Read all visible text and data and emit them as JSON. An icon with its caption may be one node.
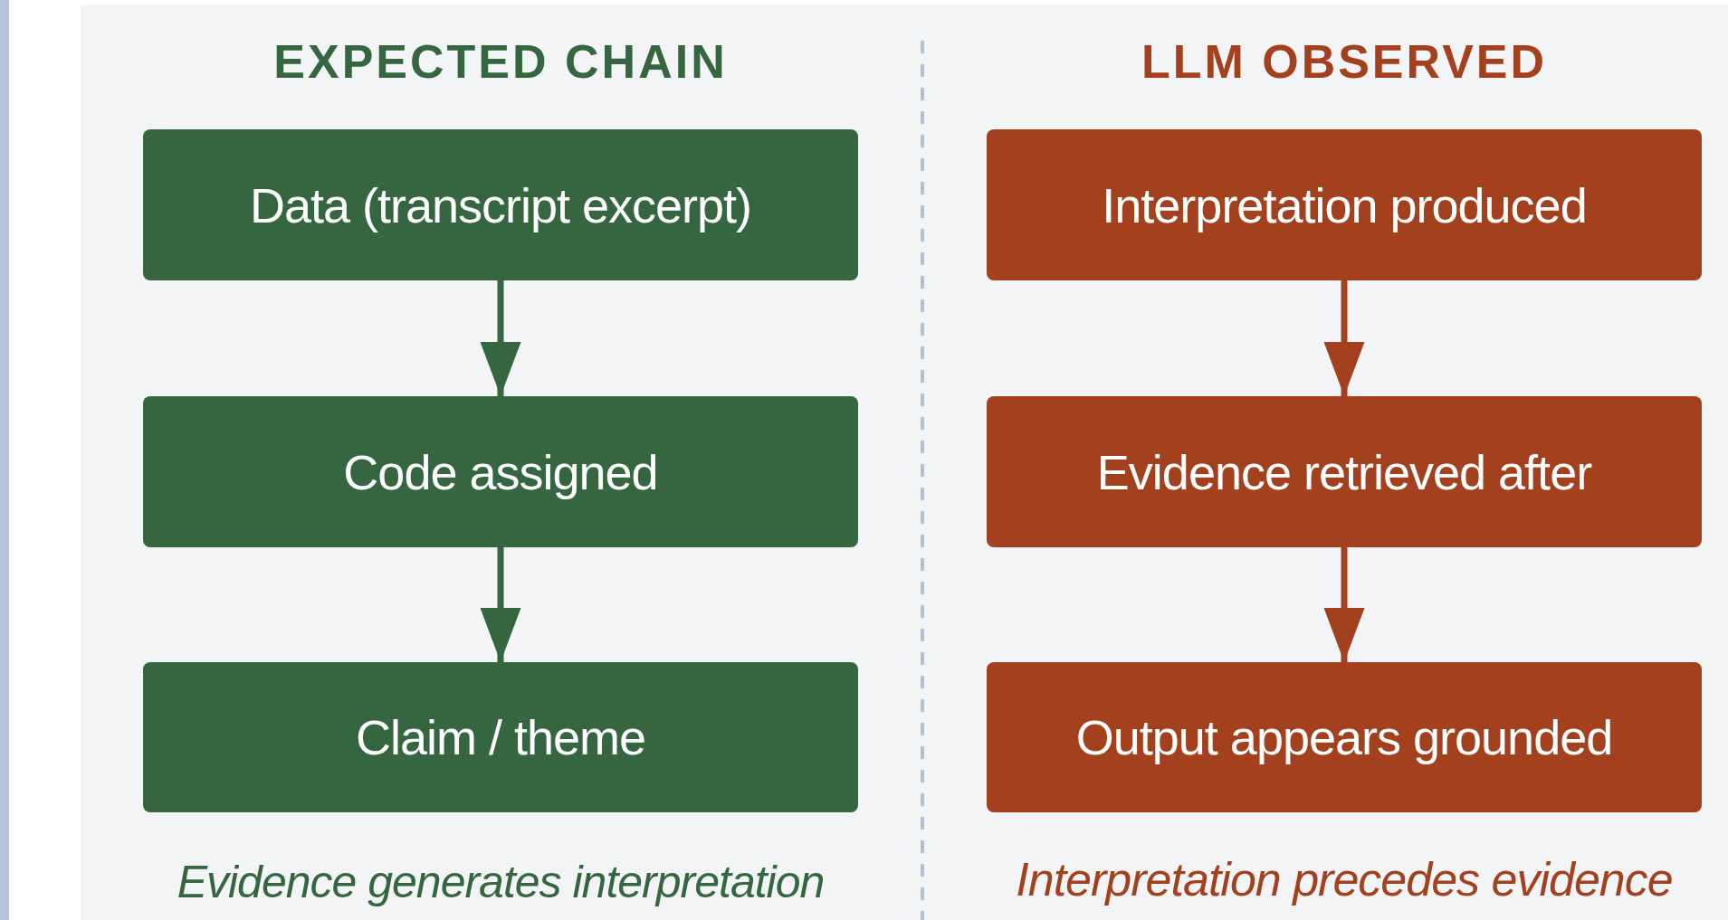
{
  "diagram": {
    "nodes": [
      {
        "text": [
          "Data (transcript excerpt)"
        ]
      },
      {
        "text": [
          "Code assigned"
        ]
      },
      {
        "text": [
          "Claim / theme"
        ]
      },
      {
        "text": [
          "Interpretation produced"
        ]
      },
      {
        "text": [
          "Evidence retrieved after"
        ]
      },
      {
        "text": [
          "Output appears grounded"
        ]
      }
    ],
    "edges": [
      {
        "from": 0,
        "to": 1,
        "arrow": "to"
      },
      {
        "from": 1,
        "to": 2,
        "arrow": "to"
      },
      {
        "from": 3,
        "to": 4,
        "arrow": "to",
        "color": "#a3401e"
      },
      {
        "from": 4,
        "to": 5,
        "arrow": "to",
        "color": "#a3401e"
      }
    ],
    "labels": [
      "EXPECTED CHAIN",
      "LLM OBSERVED",
      "Evidence generates interpretation",
      "Interpretation precedes evidence"
    ]
  }
}
